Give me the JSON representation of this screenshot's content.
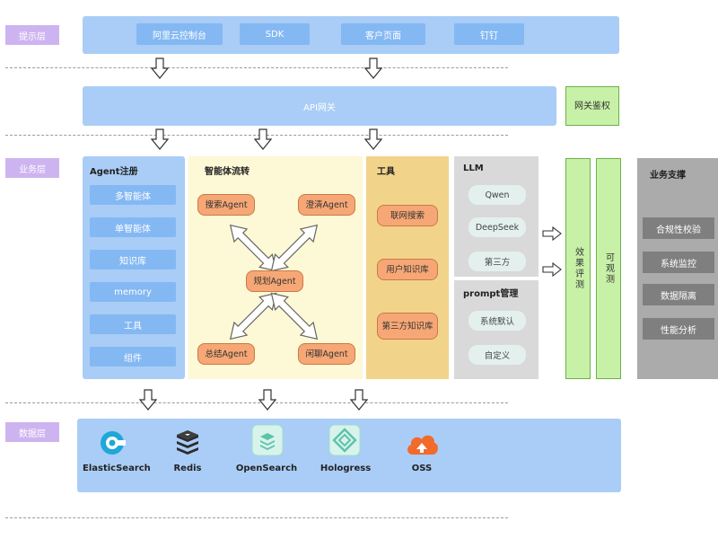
{
  "layers": {
    "presentation": "提示层",
    "business": "业务层",
    "data": "数据层"
  },
  "presentation_items": [
    "阿里云控制台",
    "SDK",
    "客户页面",
    "钉钉"
  ],
  "gateway": {
    "label": "API网关",
    "auth": "网关鉴权"
  },
  "agent_register": {
    "title": "Agent注册",
    "items": [
      "多智能体",
      "单智能体",
      "知识库",
      "memory",
      "工具",
      "组件"
    ]
  },
  "agent_flow": {
    "title": "智能体流转",
    "center": "规划Agent",
    "search": "搜索Agent",
    "clarify": "澄清Agent",
    "summary": "总结Agent",
    "chat": "闲聊Agent"
  },
  "tools": {
    "title": "工具",
    "items": [
      "联网搜索",
      "用户知识库",
      "第三方知识库"
    ]
  },
  "llm": {
    "title": "LLM",
    "items": [
      "Qwen",
      "DeepSeek",
      "第三方"
    ]
  },
  "prompt": {
    "title": "prompt管理",
    "items": [
      "系统默认",
      "自定义"
    ]
  },
  "evaluation": "效果评测",
  "observability": "可观测",
  "biz_support": {
    "title": "业务支撑",
    "items": [
      "合规性校验",
      "系统监控",
      "数据隔离",
      "性能分析"
    ]
  },
  "data_stores": [
    "ElasticSearch",
    "Redis",
    "OpenSearch",
    "Hologress",
    "OSS"
  ],
  "icons": {
    "arrow": "down-arrow-icon",
    "elasticsearch": "elasticsearch-icon",
    "redis": "redis-icon",
    "opensearch": "opensearch-icon",
    "hologress": "hologress-icon",
    "oss": "oss-cloud-icon"
  },
  "colors": {
    "layer_label": "#cdb4f0",
    "blue_band": "#a9cdf6",
    "blue_button": "#84b8f3",
    "yellow_area": "#fdf8d6",
    "tool_area": "#f2d38a",
    "orange_pill": "#f6a775",
    "gray_panel": "#d9d9d9",
    "green": "#c8f1a8",
    "support_panel": "#ababab",
    "support_button": "#7f7f7f"
  }
}
